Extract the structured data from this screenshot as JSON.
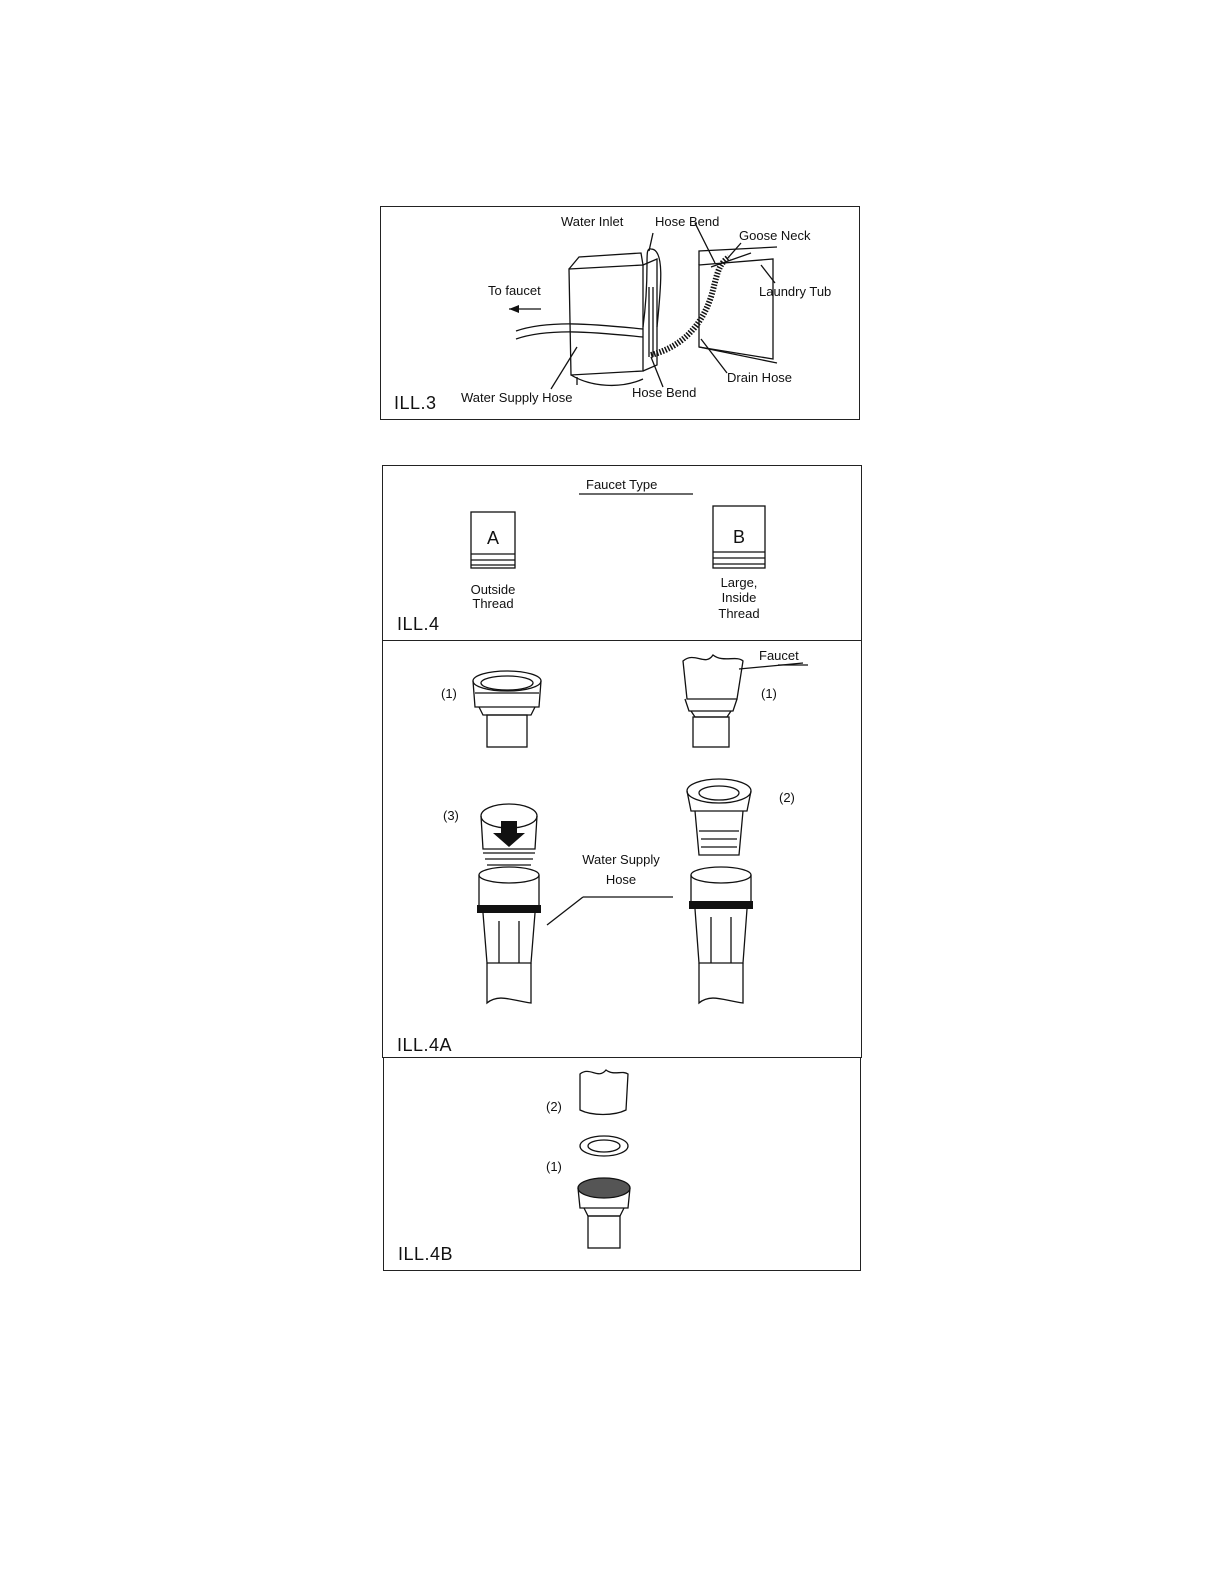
{
  "ill3": {
    "id": "ILL.3",
    "labels": {
      "water_inlet": "Water Inlet",
      "hose_bend_top": "Hose Bend",
      "goose_neck": "Goose Neck",
      "to_faucet": "To faucet",
      "laundry_tub": "Laundry Tub",
      "drain_hose": "Drain Hose",
      "water_supply_hose": "Water Supply Hose",
      "hose_bend_bottom": "Hose Bend"
    }
  },
  "ill4": {
    "id": "ILL.4",
    "heading": "Faucet Type",
    "type_a": {
      "letter": "A",
      "line1": "Outside",
      "line2": "Thread"
    },
    "type_b": {
      "letter": "B",
      "line1": "Large,",
      "line2": "Inside",
      "line3": "Thread"
    }
  },
  "ill4a": {
    "id": "ILL.4A",
    "step_left_1": "(1)",
    "step_right_1": "(1)",
    "step_left_3": "(3)",
    "step_right_2": "(2)",
    "faucet": "Faucet",
    "water_supply_line1": "Water Supply",
    "water_supply_line2": "Hose"
  },
  "ill4b": {
    "id": "ILL.4B",
    "step_2": "(2)",
    "step_1": "(1)"
  }
}
